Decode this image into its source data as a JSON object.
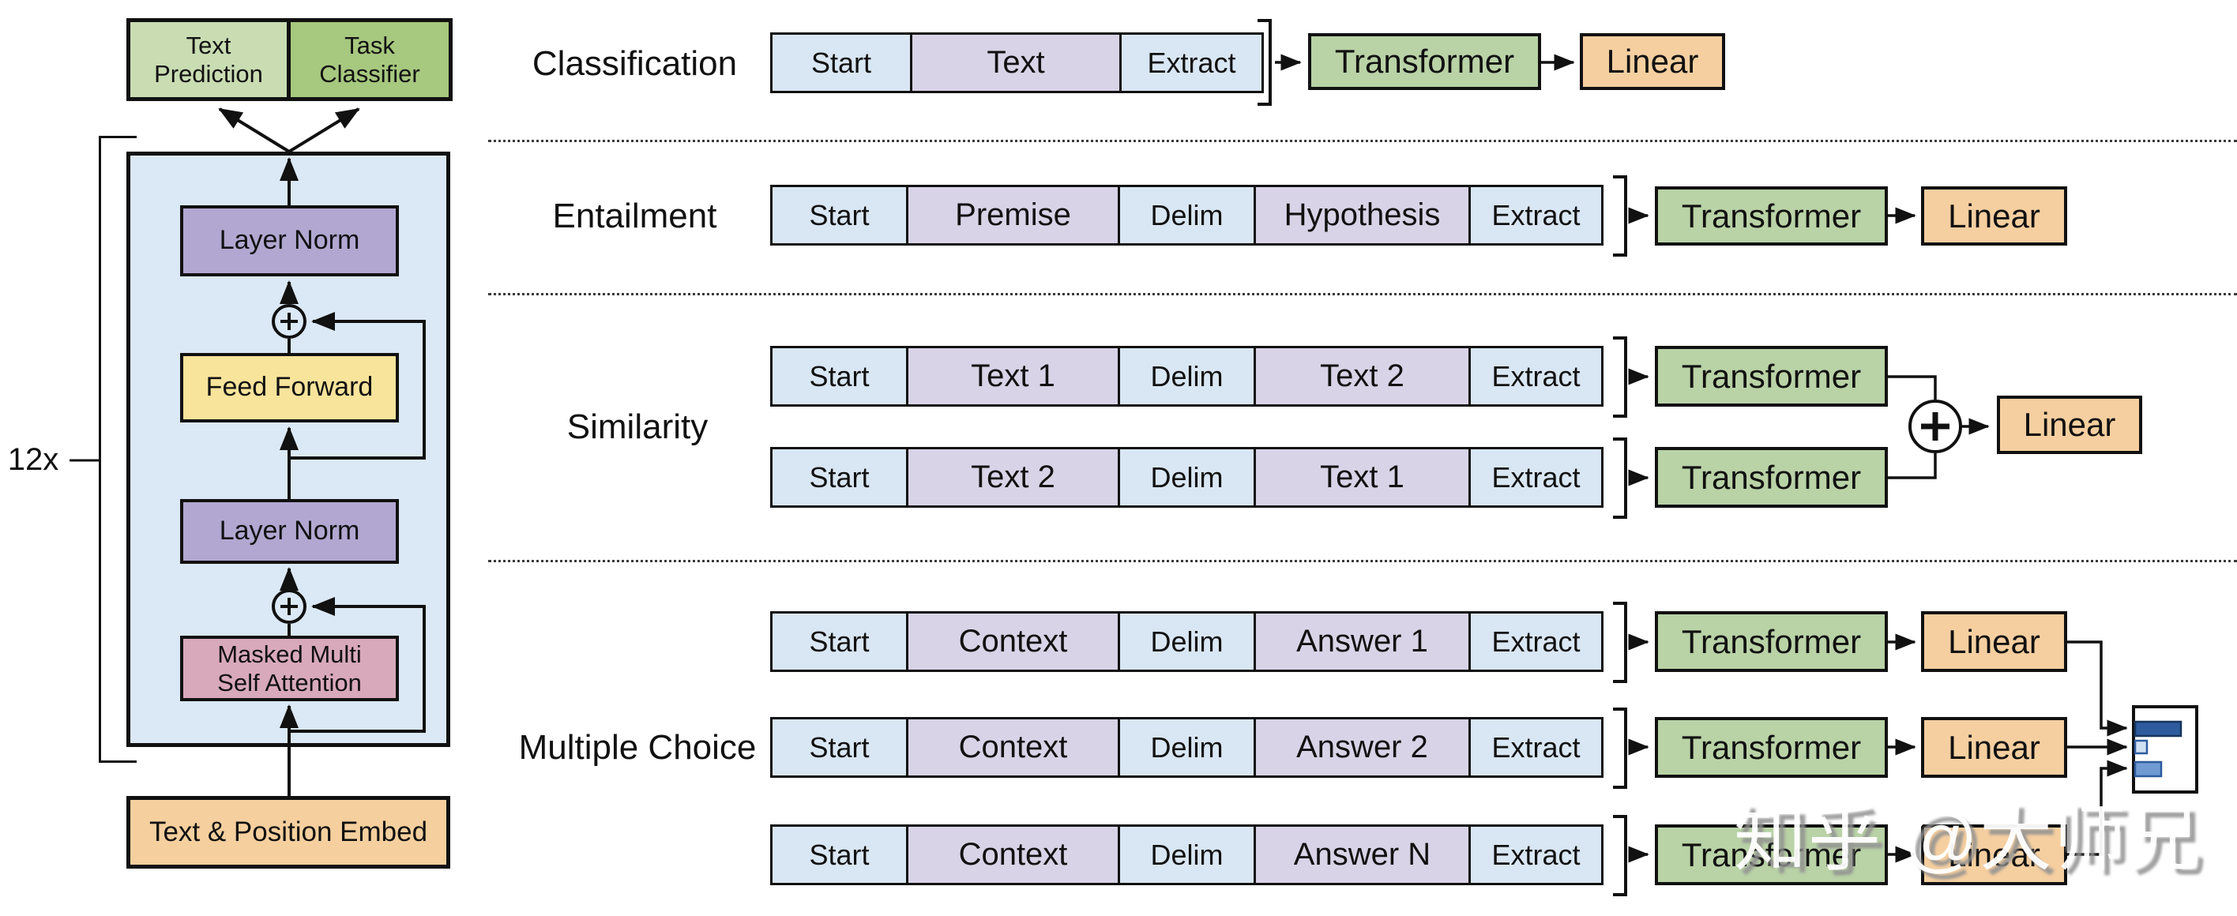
{
  "watermark": {
    "text": "知乎 @大师兄"
  },
  "colors": {
    "text_prediction": "#c9dcb2",
    "task_classifier": "#a7c87f",
    "transformer_block_bg": "#dbe8f5",
    "layer_norm": "#b2a7d1",
    "feed_forward": "#f8e49b",
    "attention": "#d8a9bb",
    "embed": "#f5cf9e",
    "token_io": "#d9e6f3",
    "token_content": "#d8d3e6",
    "transformer_box": "#b9d2a6",
    "linear_box": "#f5cfa0",
    "bar_dark": "#2d5b9e",
    "bar_light": "#cfe0f2",
    "bar_medium": "#6f9bd2"
  },
  "model": {
    "repeat_label": "12x",
    "output_heads": [
      {
        "label": "Text Prediction"
      },
      {
        "label": "Task Classifier"
      }
    ],
    "layer_norm_top": "Layer Norm",
    "feed_forward": "Feed Forward",
    "layer_norm_bottom": "Layer Norm",
    "attention_line1": "Masked Multi",
    "attention_line2": "Self Attention",
    "embed": "Text & Position Embed"
  },
  "pipeline": {
    "transformer": "Transformer",
    "linear": "Linear"
  },
  "tasks": [
    {
      "label": "Classification",
      "rows": [
        {
          "cells": [
            {
              "t": "Start",
              "k": "io"
            },
            {
              "t": "Text",
              "k": "content"
            },
            {
              "t": "Extract",
              "k": "io"
            }
          ]
        }
      ]
    },
    {
      "label": "Entailment",
      "rows": [
        {
          "cells": [
            {
              "t": "Start",
              "k": "io"
            },
            {
              "t": "Premise",
              "k": "content"
            },
            {
              "t": "Delim",
              "k": "io"
            },
            {
              "t": "Hypothesis",
              "k": "content"
            },
            {
              "t": "Extract",
              "k": "io"
            }
          ]
        }
      ]
    },
    {
      "label": "Similarity",
      "rows": [
        {
          "cells": [
            {
              "t": "Start",
              "k": "io"
            },
            {
              "t": "Text 1",
              "k": "content"
            },
            {
              "t": "Delim",
              "k": "io"
            },
            {
              "t": "Text 2",
              "k": "content"
            },
            {
              "t": "Extract",
              "k": "io"
            }
          ]
        },
        {
          "cells": [
            {
              "t": "Start",
              "k": "io"
            },
            {
              "t": "Text 2",
              "k": "content"
            },
            {
              "t": "Delim",
              "k": "io"
            },
            {
              "t": "Text 1",
              "k": "content"
            },
            {
              "t": "Extract",
              "k": "io"
            }
          ]
        }
      ]
    },
    {
      "label": "Multiple Choice",
      "rows": [
        {
          "cells": [
            {
              "t": "Start",
              "k": "io"
            },
            {
              "t": "Context",
              "k": "content"
            },
            {
              "t": "Delim",
              "k": "io"
            },
            {
              "t": "Answer 1",
              "k": "content"
            },
            {
              "t": "Extract",
              "k": "io"
            }
          ]
        },
        {
          "cells": [
            {
              "t": "Start",
              "k": "io"
            },
            {
              "t": "Context",
              "k": "content"
            },
            {
              "t": "Delim",
              "k": "io"
            },
            {
              "t": "Answer 2",
              "k": "content"
            },
            {
              "t": "Extract",
              "k": "io"
            }
          ]
        },
        {
          "cells": [
            {
              "t": "Start",
              "k": "io"
            },
            {
              "t": "Context",
              "k": "content"
            },
            {
              "t": "Delim",
              "k": "io"
            },
            {
              "t": "Answer N",
              "k": "content"
            },
            {
              "t": "Extract",
              "k": "io"
            }
          ]
        }
      ]
    }
  ]
}
